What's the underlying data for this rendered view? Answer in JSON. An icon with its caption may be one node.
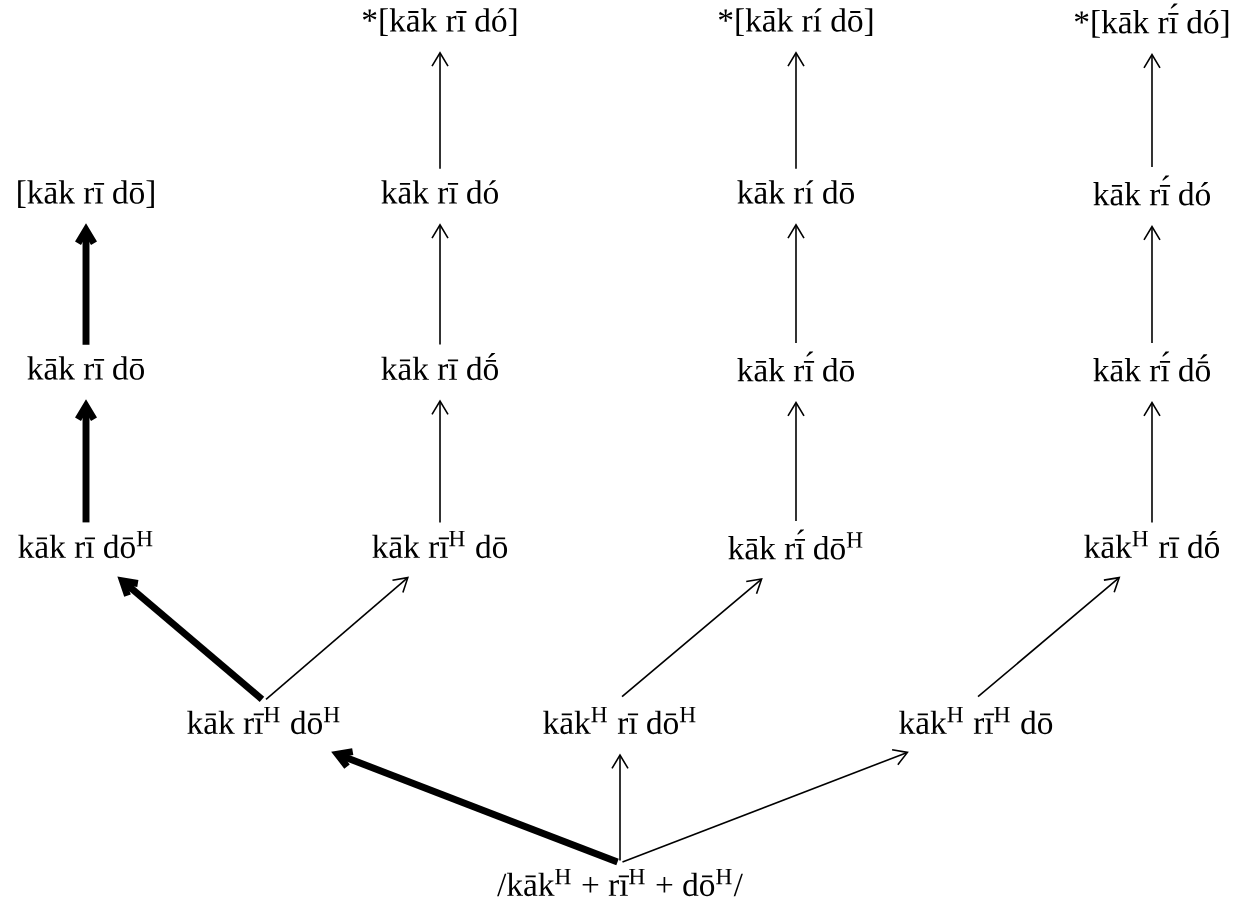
{
  "diagram": {
    "nodes": [
      {
        "text": [
          "*[kāk rī dó]"
        ]
      },
      {
        "text": [
          "*[kāk rí dō]"
        ]
      },
      {
        "text": [
          "*[kāk rī́ dó]"
        ]
      },
      {
        "text": [
          "[kāk rī dō]"
        ]
      },
      {
        "text": [
          "kāk rī dó"
        ]
      },
      {
        "text": [
          "kāk rí dō"
        ]
      },
      {
        "text": [
          "kāk rī́ dó"
        ]
      },
      {
        "text": [
          "kāk rī dō"
        ]
      },
      {
        "text": [
          "kāk rī dṓ"
        ]
      },
      {
        "text": [
          "kāk rī́ dō"
        ]
      },
      {
        "text": [
          "kāk rī́ dṓ"
        ]
      },
      {
        "text": [
          "kāk rī dō$^{H}$"
        ]
      },
      {
        "text": [
          "kāk rī$^{H}$ dō"
        ]
      },
      {
        "text": [
          "kāk rī́ dō$^{H}$"
        ]
      },
      {
        "text": [
          "kāk$^{H}$ rī dṓ"
        ]
      },
      {
        "text": [
          "kāk rī$^{H}$ dō$^{H}$"
        ]
      },
      {
        "text": [
          "kāk$^{H}$ rī dō$^{H}$"
        ]
      },
      {
        "text": [
          "kāk$^{H}$ rī$^{H}$ dō"
        ]
      },
      {
        "text": [
          "/kāk$^{H}$ + rī$^{H}$ + dō$^{H}$/"
        ]
      }
    ],
    "edges": [
      {
        "from": 18,
        "to": 15,
        "arrow": "to",
        "style": "thick"
      },
      {
        "from": 18,
        "to": 16,
        "arrow": "to"
      },
      {
        "from": 18,
        "to": 17,
        "arrow": "to"
      },
      {
        "from": 15,
        "to": 11,
        "arrow": "to",
        "style": "thick"
      },
      {
        "from": 15,
        "to": 12,
        "arrow": "to"
      },
      {
        "from": 16,
        "to": 13,
        "arrow": "to"
      },
      {
        "from": 17,
        "to": 14,
        "arrow": "to"
      },
      {
        "from": 11,
        "to": 7,
        "arrow": "to",
        "style": "thick"
      },
      {
        "from": 7,
        "to": 3,
        "arrow": "to",
        "style": "thick"
      },
      {
        "from": 12,
        "to": 8,
        "arrow": "to"
      },
      {
        "from": 8,
        "to": 4,
        "arrow": "to"
      },
      {
        "from": 4,
        "to": 0,
        "arrow": "to"
      },
      {
        "from": 13,
        "to": 9,
        "arrow": "to"
      },
      {
        "from": 9,
        "to": 5,
        "arrow": "to"
      },
      {
        "from": 5,
        "to": 1,
        "arrow": "to"
      },
      {
        "from": 14,
        "to": 10,
        "arrow": "to"
      },
      {
        "from": 10,
        "to": 6,
        "arrow": "to"
      },
      {
        "from": 6,
        "to": 2,
        "arrow": "to"
      }
    ]
  }
}
